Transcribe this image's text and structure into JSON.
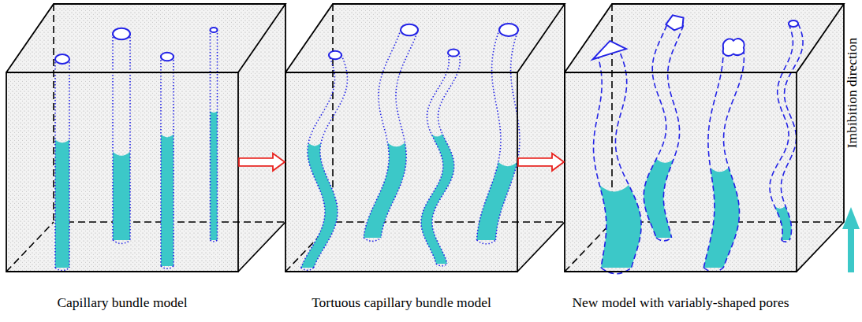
{
  "diagram": {
    "nodes": [
      {
        "text": [
          "Capillary bundle model"
        ]
      },
      {
        "text": [
          "Tortuous capillary bundle model"
        ]
      },
      {
        "text": [
          "New model with variably-shaped pores"
        ]
      }
    ],
    "edges": [
      {
        "from": 0,
        "to": 1,
        "arrow": "to"
      },
      {
        "from": 1,
        "to": 2,
        "arrow": "to"
      }
    ],
    "labels": [
      "Imbibition direction"
    ]
  }
}
